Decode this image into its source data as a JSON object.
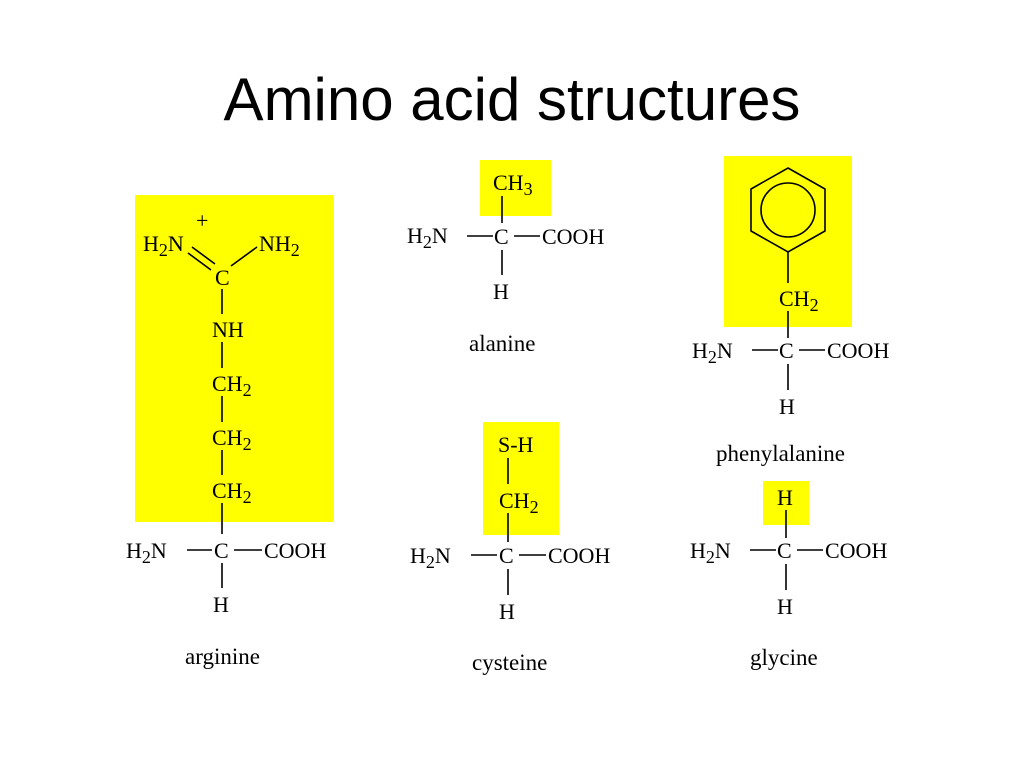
{
  "title": "Amino acid structures",
  "highlight_color": "#ffff00",
  "backbone": {
    "amine": "H2N",
    "alpha_carbon": "C",
    "carboxyl": "COOH",
    "hydrogen": "H"
  },
  "molecules": {
    "arginine": {
      "label": "arginine",
      "side_chain": {
        "left_group": "H2N",
        "right_group": "NH2",
        "charge": "+",
        "carbon": "C",
        "nh": "NH",
        "ch2_a": "CH2",
        "ch2_b": "CH2",
        "ch2_c": "CH2"
      }
    },
    "alanine": {
      "label": "alanine",
      "side_chain": {
        "group": "CH3"
      }
    },
    "phenylalanine": {
      "label": "phenylalanine",
      "side_chain": {
        "ring": "benzene-ring-icon",
        "ch2": "CH2"
      }
    },
    "cysteine": {
      "label": "cysteine",
      "side_chain": {
        "sh": "S-H",
        "ch2": "CH2"
      }
    },
    "glycine": {
      "label": "glycine",
      "side_chain": {
        "group": "H"
      }
    }
  }
}
